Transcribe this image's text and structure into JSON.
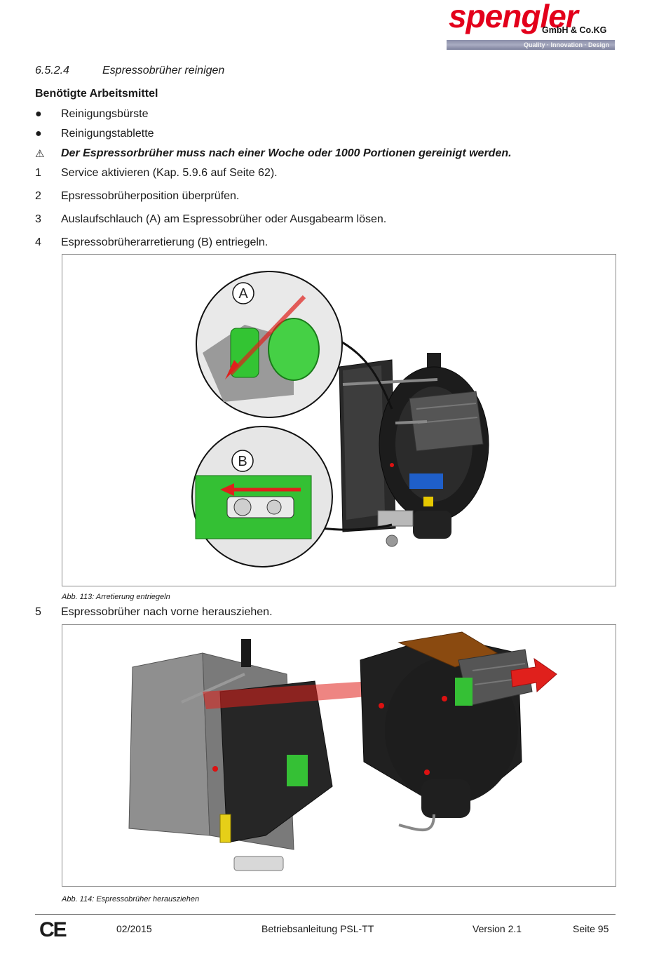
{
  "header": {
    "logo_word": "spengler",
    "logo_company": "GmbH & Co.KG",
    "logo_tagline": "Quality · Innovation · Design"
  },
  "section": {
    "number": "6.5.2.4",
    "title": "Espressobrüher reinigen"
  },
  "requirements": {
    "title": "Benötigte Arbeitsmittel",
    "items": [
      {
        "marker": "●",
        "text": "Reinigungsbürste"
      },
      {
        "marker": "●",
        "text": "Reinigungstablette"
      }
    ]
  },
  "warning": {
    "icon": "warning-triangle-icon",
    "text": "Der Espressorbrüher muss nach einer Woche oder 1000 Portionen gereinigt werden."
  },
  "steps": [
    {
      "num": "1",
      "text": "Service aktivieren (Kap. 5.9.6 auf Seite 62)."
    },
    {
      "num": "2",
      "text": "Epsressobrüherposition überprüfen."
    },
    {
      "num": "3",
      "text": "Auslaufschlauch (A) am Espressobrüher oder Ausgabearm lösen."
    },
    {
      "num": "4",
      "text": "Espressobrüherarretierung (B) entriegeln."
    },
    {
      "num": "5",
      "text": "Espressobrüher nach vorne herausziehen."
    }
  ],
  "figures": [
    {
      "caption": "Abb. 113: Arretierung entriegeln",
      "labels": [
        "A",
        "B"
      ]
    },
    {
      "caption": "Abb. 114: Espressobrüher herausziehen"
    }
  ],
  "footer": {
    "ce_mark": "CE",
    "date": "02/2015",
    "document": "Betriebsanleitung PSL-TT",
    "version": "Version 2.1",
    "page": "Seite 95"
  },
  "colors": {
    "brand_red": "#e3001b",
    "highlight_green": "#2fbf2f",
    "arrow_red": "#e0201c"
  }
}
